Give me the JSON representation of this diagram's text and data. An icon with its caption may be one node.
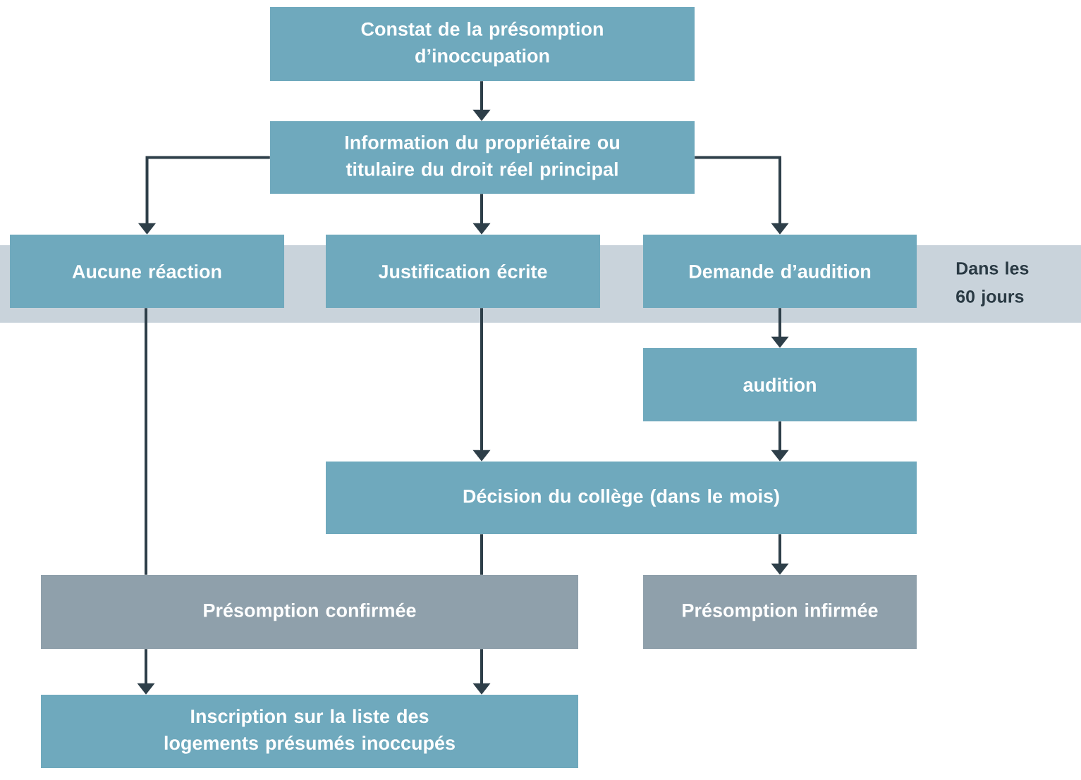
{
  "diagram": {
    "nodes": [
      {
        "text": [
          "Constat de la présomption d’inoccupation"
        ]
      },
      {
        "text": [
          "Information du propriétaire ou titulaire du droit réel principal"
        ]
      },
      {
        "text": [
          "Aucune réaction"
        ]
      },
      {
        "text": [
          "Justification écrite"
        ]
      },
      {
        "text": [
          "Demande d’audition"
        ]
      },
      {
        "text": [
          "audition"
        ]
      },
      {
        "text": [
          "Décision du collège (dans le mois)"
        ]
      },
      {
        "text": [
          "Présomption confirmée"
        ]
      },
      {
        "text": [
          "Présomption infirmée"
        ]
      },
      {
        "text": [
          "Inscription sur la liste des logements présumés inoccupés"
        ]
      }
    ],
    "edges": [
      {
        "from": 0,
        "to": 1,
        "arrow": "to"
      },
      {
        "from": 1,
        "to": 2,
        "arrow": "to"
      },
      {
        "from": 1,
        "to": 3,
        "arrow": "to"
      },
      {
        "from": 1,
        "to": 4,
        "arrow": "to"
      },
      {
        "from": 4,
        "to": 5,
        "arrow": "to"
      },
      {
        "from": 2,
        "to": 7,
        "arrow": "none"
      },
      {
        "from": 3,
        "to": 6,
        "arrow": "to"
      },
      {
        "from": 5,
        "to": 6,
        "arrow": "to"
      },
      {
        "from": 6,
        "to": 7,
        "arrow": "none"
      },
      {
        "from": 6,
        "to": 8,
        "arrow": "to"
      },
      {
        "from": 7,
        "to": 9,
        "arrow": "to"
      },
      {
        "from": 7,
        "to": 9,
        "arrow": "to"
      }
    ],
    "labels": [
      "Dans les 60 jours"
    ]
  }
}
